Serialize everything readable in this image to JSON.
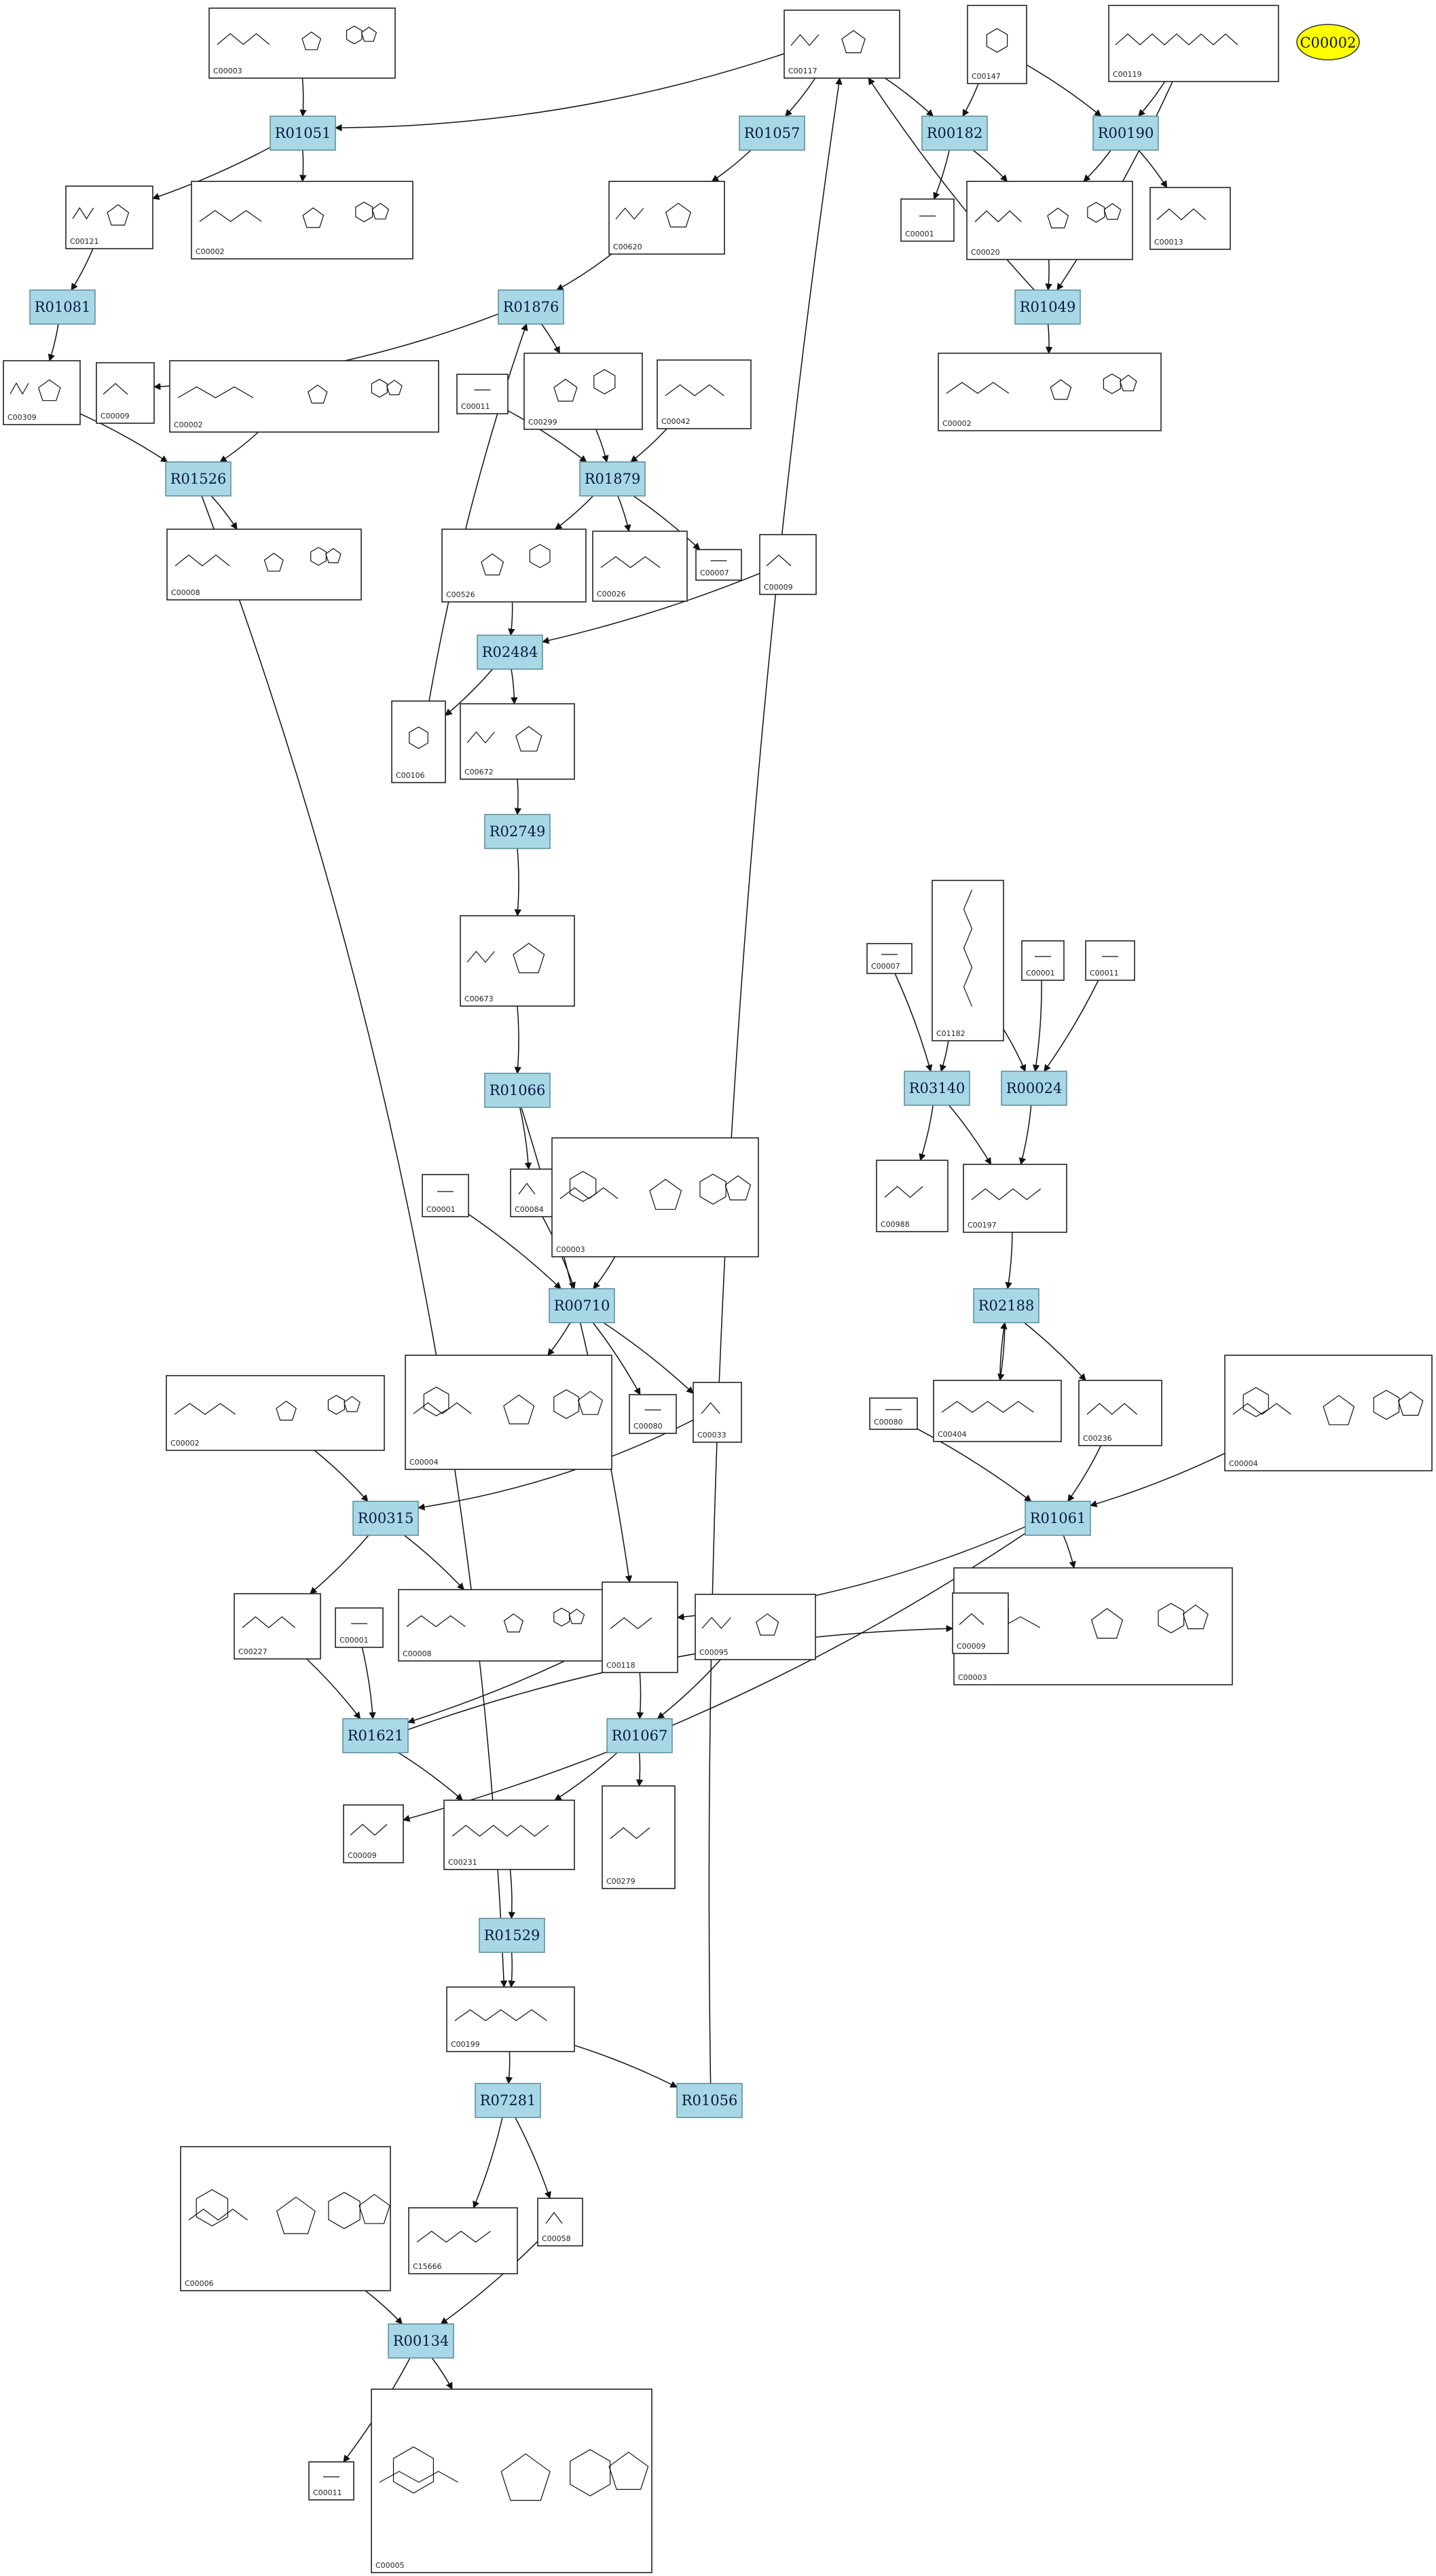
{
  "highlight": {
    "label": "C00002",
    "color": "#ffff00"
  },
  "colors": {
    "reaction_fill": "#a8d8e6",
    "reaction_stroke": "#5a8a9a",
    "edge": "#111111",
    "highlight": "#ffff00"
  },
  "reactions": [
    {
      "id": "R01051",
      "label": "R01051"
    },
    {
      "id": "R01057",
      "label": "R01057"
    },
    {
      "id": "R00182",
      "label": "R00182"
    },
    {
      "id": "R00190",
      "label": "R00190"
    },
    {
      "id": "R01081",
      "label": "R01081"
    },
    {
      "id": "R01876",
      "label": "R01876"
    },
    {
      "id": "R01049",
      "label": "R01049"
    },
    {
      "id": "R01526",
      "label": "R01526"
    },
    {
      "id": "R01879",
      "label": "R01879"
    },
    {
      "id": "R02484",
      "label": "R02484"
    },
    {
      "id": "R02749",
      "label": "R02749"
    },
    {
      "id": "R03140",
      "label": "R03140"
    },
    {
      "id": "R00024",
      "label": "R00024"
    },
    {
      "id": "R01066",
      "label": "R01066"
    },
    {
      "id": "R00710",
      "label": "R00710"
    },
    {
      "id": "R02188",
      "label": "R02188"
    },
    {
      "id": "R00315",
      "label": "R00315"
    },
    {
      "id": "R01061",
      "label": "R01061"
    },
    {
      "id": "R01621",
      "label": "R01621"
    },
    {
      "id": "R01067",
      "label": "R01067"
    },
    {
      "id": "R01529",
      "label": "R01529"
    },
    {
      "id": "R07281",
      "label": "R07281"
    },
    {
      "id": "R01056",
      "label": "R01056"
    },
    {
      "id": "R00134",
      "label": "R00134"
    }
  ],
  "compounds": [
    {
      "key": "c0",
      "id": "C00003"
    },
    {
      "key": "c1",
      "id": "C00117"
    },
    {
      "key": "c2",
      "id": "C00147"
    },
    {
      "key": "c3",
      "id": "C00119"
    },
    {
      "key": "c4",
      "id": "C00121"
    },
    {
      "key": "c5",
      "id": "C00002"
    },
    {
      "key": "c6",
      "id": "C00620"
    },
    {
      "key": "c7",
      "id": "C00001"
    },
    {
      "key": "c8",
      "id": "C00020"
    },
    {
      "key": "c9",
      "id": "C00013"
    },
    {
      "key": "c10",
      "id": "C00309"
    },
    {
      "key": "c11",
      "id": "C00009"
    },
    {
      "key": "c12",
      "id": "C00002"
    },
    {
      "key": "c13",
      "id": "C00011"
    },
    {
      "key": "c14",
      "id": "C00299"
    },
    {
      "key": "c15",
      "id": "C00042"
    },
    {
      "key": "c16",
      "id": "C00002"
    },
    {
      "key": "c17",
      "id": "C00008"
    },
    {
      "key": "c18",
      "id": "C00526"
    },
    {
      "key": "c19",
      "id": "C00026"
    },
    {
      "key": "c20",
      "id": "C00007"
    },
    {
      "key": "c21",
      "id": "C00009"
    },
    {
      "key": "c22",
      "id": "C00106"
    },
    {
      "key": "c23",
      "id": "C00672"
    },
    {
      "key": "c24",
      "id": "C00673"
    },
    {
      "key": "c25",
      "id": "C00007"
    },
    {
      "key": "c26",
      "id": "C01182"
    },
    {
      "key": "c27",
      "id": "C00001"
    },
    {
      "key": "c28",
      "id": "C00011"
    },
    {
      "key": "c29",
      "id": "C00988"
    },
    {
      "key": "c30",
      "id": "C00197"
    },
    {
      "key": "c31",
      "id": "C00001"
    },
    {
      "key": "c32",
      "id": "C00084"
    },
    {
      "key": "c33",
      "id": "C00003"
    },
    {
      "key": "c34",
      "id": "C00004"
    },
    {
      "key": "c35",
      "id": "C00080"
    },
    {
      "key": "c36",
      "id": "C00033"
    },
    {
      "key": "c37",
      "id": "C00002"
    },
    {
      "key": "c38",
      "id": "C00404"
    },
    {
      "key": "c39",
      "id": "C00236"
    },
    {
      "key": "c40",
      "id": "C00080"
    },
    {
      "key": "c41",
      "id": "C00004"
    },
    {
      "key": "c42",
      "id": "C00227"
    },
    {
      "key": "c43",
      "id": "C00001"
    },
    {
      "key": "c44",
      "id": "C00008"
    },
    {
      "key": "c45",
      "id": "C00118"
    },
    {
      "key": "c46",
      "id": "C00095"
    },
    {
      "key": "c47",
      "id": "C00009"
    },
    {
      "key": "c48",
      "id": "C00003"
    },
    {
      "key": "c49",
      "id": "C00009"
    },
    {
      "key": "c50",
      "id": "C00231"
    },
    {
      "key": "c51",
      "id": "C00279"
    },
    {
      "key": "c52",
      "id": "C00199"
    },
    {
      "key": "c53",
      "id": "C00006"
    },
    {
      "key": "c54",
      "id": "C15666"
    },
    {
      "key": "c55",
      "id": "C00058"
    },
    {
      "key": "c56",
      "id": "C00011"
    },
    {
      "key": "c57",
      "id": "C00005"
    }
  ]
}
